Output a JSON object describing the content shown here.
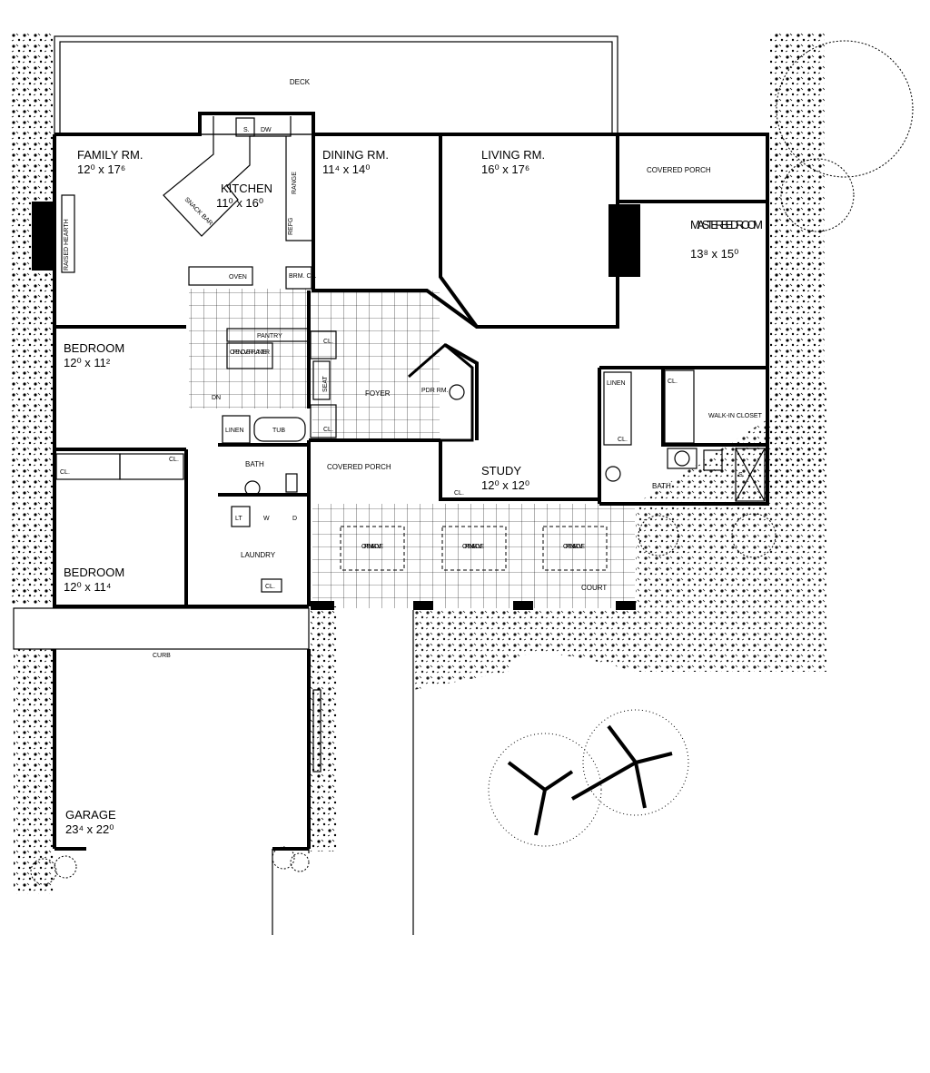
{
  "plan": {
    "deck": "DECK",
    "family_room": {
      "name": "FAMILY RM.",
      "size": "12⁰ x 17⁶"
    },
    "raised_hearth": "RAISED HEARTH",
    "kitchen": {
      "name": "KITCHEN",
      "size": "11⁰ x 16⁰"
    },
    "snack_bar": "SNACK BAR",
    "sink": "S.",
    "dishwasher": "DW",
    "range": "RANGE",
    "refrigerator": "REFG",
    "oven": "OVEN",
    "broom_closet": "BRM. CL.",
    "dining_room": {
      "name": "DINING RM.",
      "size": "11⁴ x 14⁰"
    },
    "living_room": {
      "name": "LIVING RM.",
      "size": "16⁰ x 17⁶"
    },
    "covered_porch_rear": "COVERED PORCH",
    "master_bedroom": {
      "name": "MASTER BEDROOM",
      "size": "13⁸ x 15⁰"
    },
    "bedroom_1": {
      "name": "BEDROOM",
      "size": "12⁰ x 11²"
    },
    "bedroom_2": {
      "name": "BEDROOM",
      "size": "12⁰ x 11⁴"
    },
    "pantry": "PANTRY",
    "open_over_planter": "OPEN OVER PLANTER",
    "stair_dn": "DN",
    "seat": "SEAT",
    "closet": "CL.",
    "foyer": "FOYER",
    "powder_room": "PDR RM.",
    "linen": "LINEN",
    "tub": "TUB",
    "bath": "BATH",
    "laundry_tub": "LT",
    "washer": "W",
    "dryer": "D",
    "laundry": "LAUNDRY",
    "covered_porch_front": "COVERED PORCH",
    "study": {
      "name": "STUDY",
      "size": "12⁰ x 12⁰"
    },
    "walk_in_closet": "WALK-IN CLOSET",
    "shower": "S",
    "master_bath": "BATH",
    "open_above": "OPEN ABOVE",
    "court": "COURT",
    "curb": "CURB",
    "garage": {
      "name": "GARAGE",
      "size": "23⁴ x 22⁰"
    }
  }
}
